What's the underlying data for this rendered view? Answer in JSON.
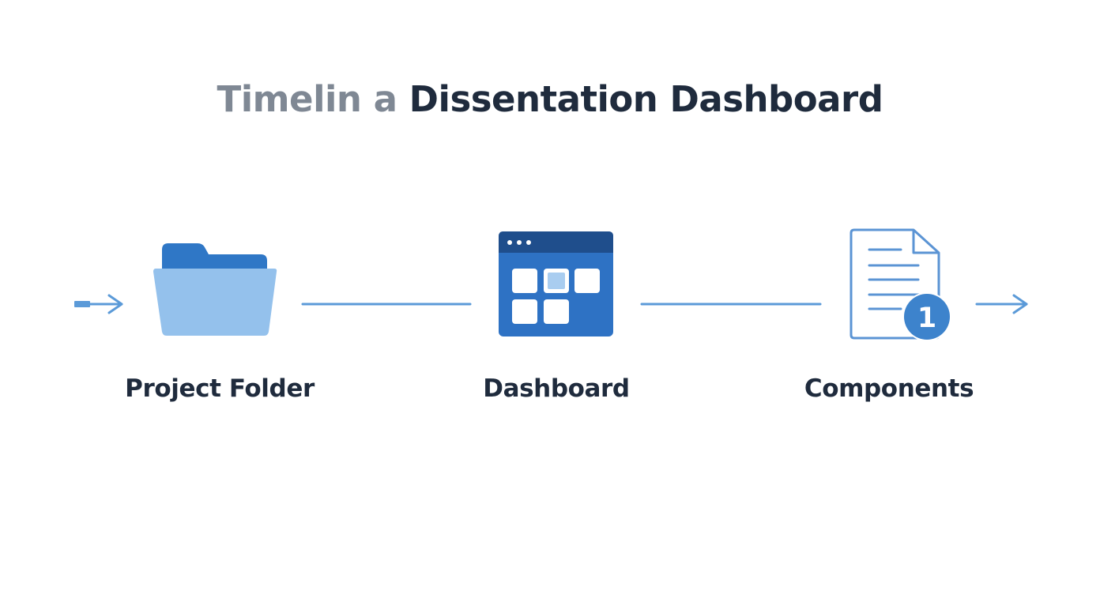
{
  "title": {
    "part1": "Timelin a",
    "part2": "Dissentation Dashboard"
  },
  "nodes": [
    {
      "label": "Project Folder",
      "icon": "folder-icon"
    },
    {
      "label": "Dashboard",
      "icon": "dashboard-window-icon"
    },
    {
      "label": "Components",
      "icon": "document-icon",
      "badge": "1"
    }
  ],
  "colors": {
    "connector": "#5b9ad8",
    "folder_back": "#2f77c6",
    "folder_front": "#94c1ec",
    "window_bar": "#1f4e8c",
    "window_body": "#2e72c4",
    "tile": "#ffffff",
    "tile_highlight": "#a9cdf0",
    "document_stroke": "#5b94d4",
    "badge": "#3d83cc",
    "text_dark": "#1f2b3d",
    "text_faded": "#7f8894"
  }
}
